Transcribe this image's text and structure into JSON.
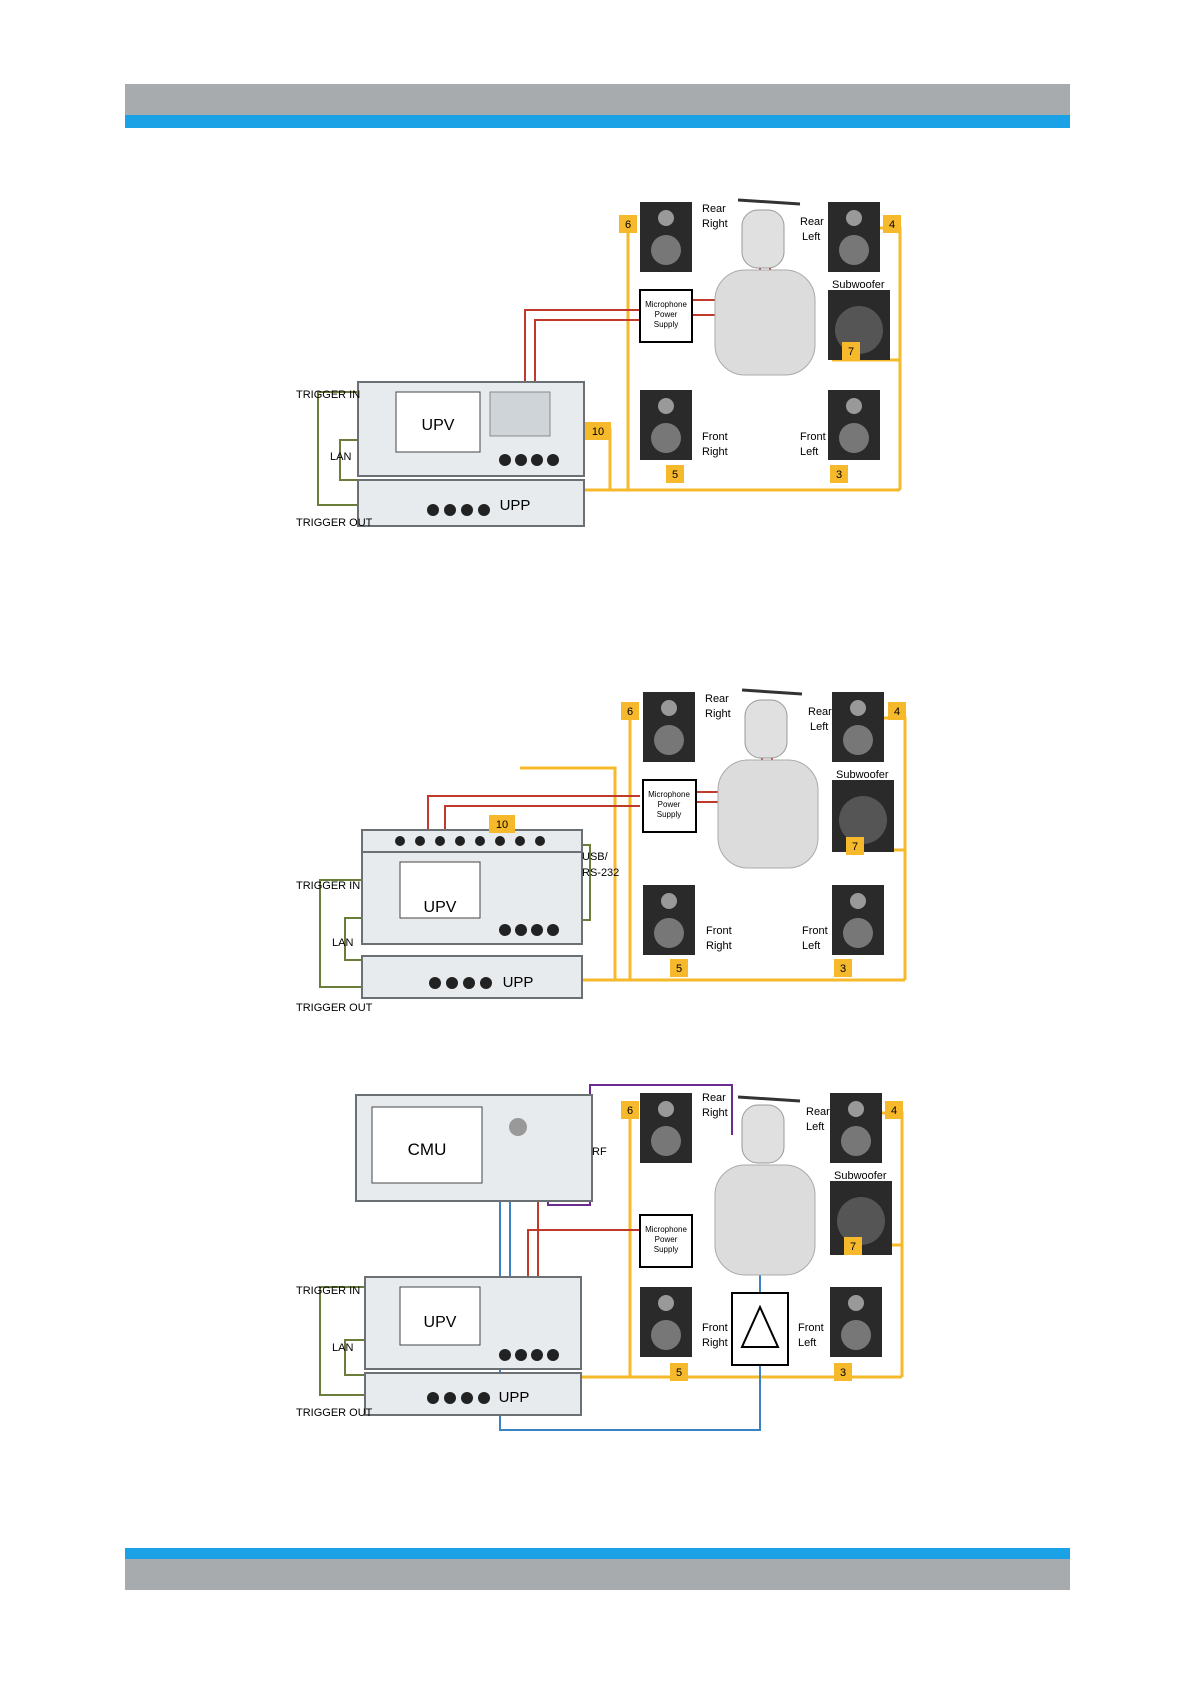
{
  "diagrams": [
    {
      "devices": {
        "upv": "UPV",
        "upp": "UPP"
      },
      "trigger_in": "TRIGGER IN",
      "trigger_out": "TRIGGER OUT",
      "lan": "LAN",
      "mic_power": [
        "Microphone",
        "Power",
        "Supply"
      ],
      "speakers": {
        "rear_right": [
          "Rear",
          "Right"
        ],
        "rear_left": [
          "Rear",
          "Left"
        ],
        "front_right": [
          "Front",
          "Right"
        ],
        "front_left": [
          "Front",
          "Left"
        ],
        "subwoofer": "Subwoofer"
      },
      "channels": {
        "rear_right": "6",
        "rear_left": "4",
        "subwoofer": "7",
        "front_right": "5",
        "front_left": "3",
        "aux": "10"
      }
    },
    {
      "devices": {
        "upv": "UPV",
        "upp": "UPP"
      },
      "trigger_in": "TRIGGER IN",
      "trigger_out": "TRIGGER OUT",
      "lan": "LAN",
      "usb": [
        "USB/",
        "RS-232"
      ],
      "mic_power": [
        "Microphone",
        "Power",
        "Supply"
      ],
      "speakers": {
        "rear_right": [
          "Rear",
          "Right"
        ],
        "rear_left": [
          "Rear",
          "Left"
        ],
        "front_right": [
          "Front",
          "Right"
        ],
        "front_left": [
          "Front",
          "Left"
        ],
        "subwoofer": "Subwoofer"
      },
      "channels": {
        "rear_right": "6",
        "rear_left": "4",
        "subwoofer": "7",
        "front_right": "5",
        "front_left": "3",
        "aux": "10"
      }
    },
    {
      "devices": {
        "cmu": "CMU",
        "upv": "UPV",
        "upp": "UPP"
      },
      "rf": "RF",
      "trigger_in": "TRIGGER IN",
      "trigger_out": "TRIGGER OUT",
      "lan": "LAN",
      "mic_power": [
        "Microphone",
        "Power",
        "Supply"
      ],
      "speakers": {
        "rear_right": [
          "Rear",
          "Right"
        ],
        "rear_left": [
          "Rear",
          "Left"
        ],
        "front_right": [
          "Front",
          "Right"
        ],
        "front_left": [
          "Front",
          "Left"
        ],
        "subwoofer": "Subwoofer"
      },
      "channels": {
        "rear_right": "6",
        "rear_left": "4",
        "subwoofer": "7",
        "front_right": "5",
        "front_left": "3"
      }
    }
  ],
  "colors": {
    "header_grey": "#a7abae",
    "header_blue": "#1ba1e6",
    "orange_cable": "#f6b92b",
    "red_cable": "#c0392b",
    "green_cable": "#6b7d3a",
    "purple_cable": "#6a2c8e",
    "blue_cable": "#3b82c4"
  }
}
